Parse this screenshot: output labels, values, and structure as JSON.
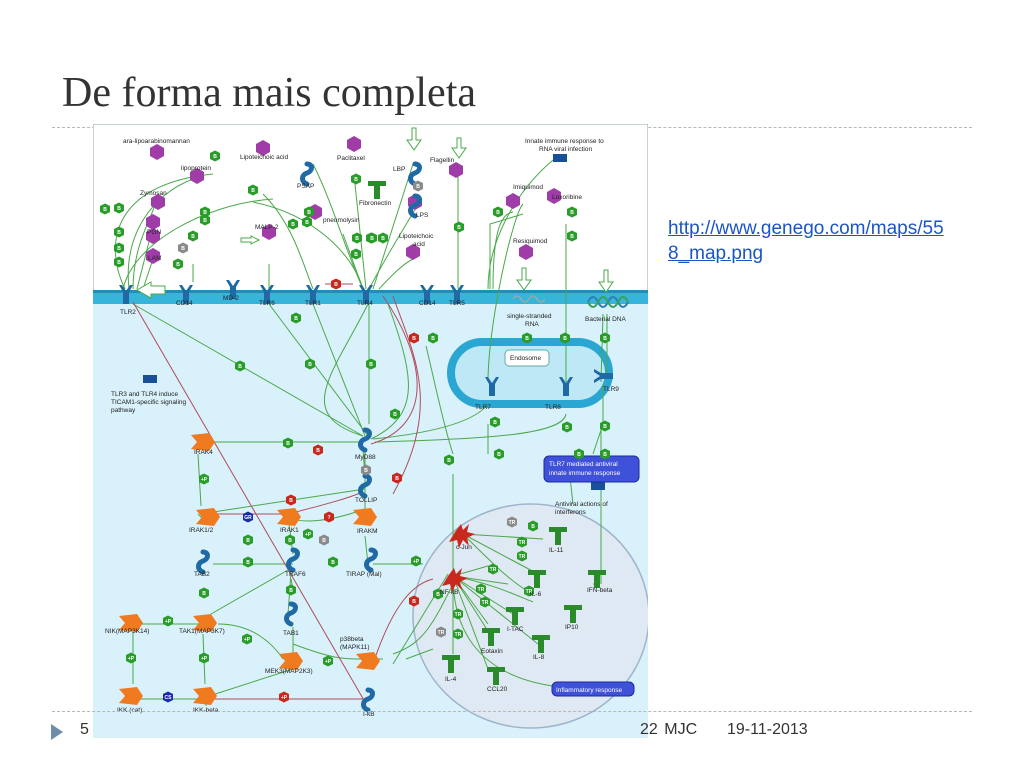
{
  "slide": {
    "title": "De forma mais completa",
    "link_text": "http://www.genego.com/maps/558_map.png",
    "slide_number": "5",
    "footer_left_fragment": "22  MJC",
    "footer_date": "19-11-2013"
  },
  "colors": {
    "ligand": "#a03ca8",
    "receptor": "#1f6aa5",
    "kinase": "#f07a20",
    "tf": "#2b8a2b",
    "badge_green": "#2a9c2a",
    "badge_red": "#c8281e",
    "badge_gray": "#8a8a8a",
    "membrane": "#37b4d9",
    "cytoplasm": "#d9f1fa",
    "nucleus": "#dfe9f4"
  },
  "diagram": {
    "labels": {
      "ara": "ara-lipoarabinomannan",
      "lipoteichoic": "Lipoteichoic acid",
      "paclitaxel": "Paclitaxel",
      "lbp": "LBP",
      "flagellin": "Flagellin",
      "innate_title": "Innate immune response to",
      "innate_title2": "RNA viral infection",
      "lipoprotein": "lipoprotein",
      "psap": "PSAP",
      "fibronectin": "Fibronectin",
      "imiquimod": "Imiquimod",
      "loxoribine": "Loxoribine",
      "zymosan": "Zymosan",
      "lps": "LPS",
      "pneumolysin": "pneumolysin",
      "pgn": "PGN",
      "malp2": "MALP-2",
      "lipoteichoic2": "Lipoteichoic",
      "lipoteichoic2b": "acid",
      "resiquimod": "Resiquimod",
      "lam": "LAM",
      "tlr2": "TLR2",
      "cd14a": "CD14",
      "md2": "MD-2",
      "tlr6": "TLR6",
      "tlr1": "TLR1",
      "tlr4": "TLR4",
      "cd14b": "CD14",
      "tlr5": "TLR5",
      "ssrna": "single-stranded",
      "ssrna2": "RNA",
      "bactdna": "Bacterial DNA",
      "endosome": "Endosome",
      "tlr7": "TLR7",
      "tlr8": "TLR8",
      "tlr9": "TLR9",
      "ticam": "TLR3 and TLR4 induce",
      "ticam2": "TICAM1-specific signaling",
      "ticam3": "pathway",
      "irak4": "IRAK4",
      "myd88": "MyD88",
      "tlr7box": "TLR7 mediated antiviral",
      "tlr7box2": "innate immune response",
      "tollip": "TOLLIP",
      "antiviral": "Antiviral actions of",
      "antiviral2": "interferons",
      "irak12": "IRAK1/2",
      "irak1": "IRAK1",
      "irakm": "IRAKM",
      "cjun": "c-Jun",
      "il11": "IL-11",
      "tab2": "TAB2",
      "traf6": "TRAF6",
      "tirap": "TIRAP (Mal)",
      "nfkb": "NF-kB",
      "il6": "IL-6",
      "ifnb": "IFN-beta",
      "nik": "NIK(MAP3K14)",
      "tak1": "TAK1(MAP3K7)",
      "tab1": "TAB1",
      "itac": "I-TAC",
      "ip10": "IP10",
      "p38": "p38beta",
      "p38b": "(MAPK11)",
      "eotaxin": "Eotaxin",
      "il8": "IL-8",
      "mek3": "MEK3(MAP2K3)",
      "il4": "IL-4",
      "ccl20": "CCL20",
      "inflam": "Inflammatory response",
      "ikkcat": "IKK (cat)",
      "ikkbeta": "IKK-beta",
      "ikb": "I-kB",
      "badge_b": "B",
      "badge_p": "+P",
      "badge_tr": "TR",
      "badge_cs": "CS",
      "badge_gr": "GR",
      "badge_q": "?"
    }
  }
}
